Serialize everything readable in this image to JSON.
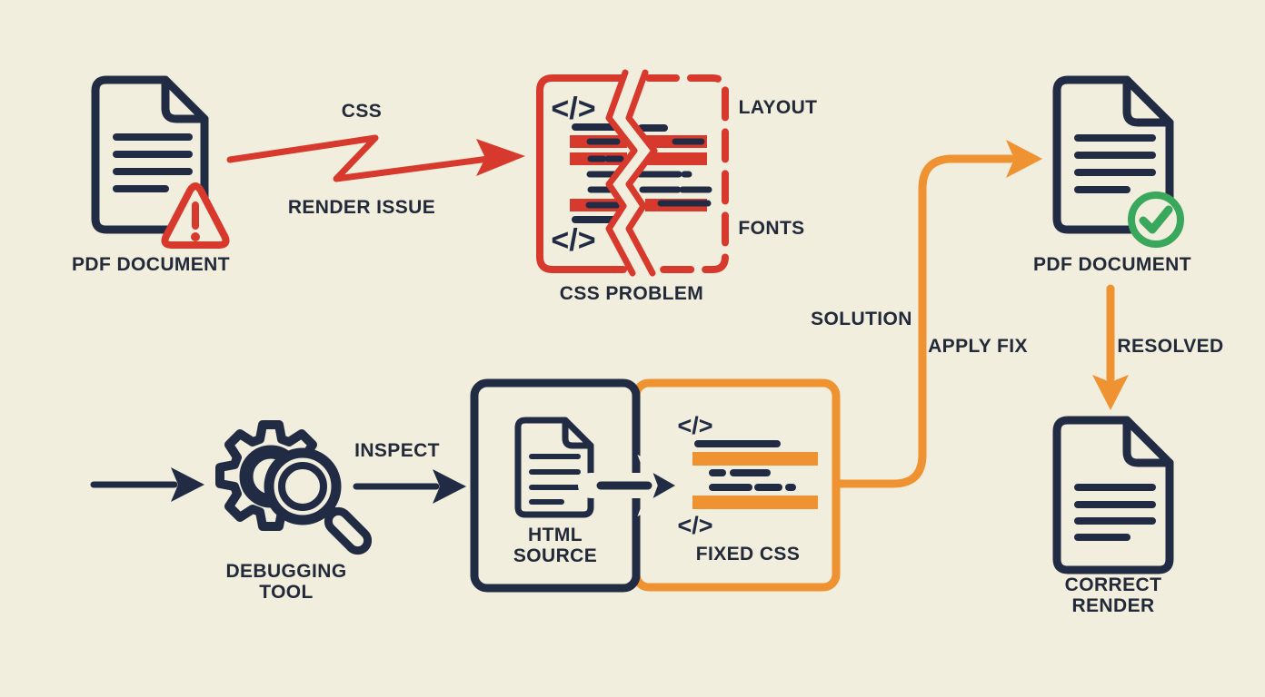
{
  "colors": {
    "background": "#f1eedd",
    "navy": "#212c44",
    "red": "#d8392d",
    "orange": "#ef9231",
    "green": "#3aa85c",
    "text": "#222939",
    "cream": "#f1eedd"
  },
  "nodes": {
    "pdf_document_error": {
      "label": "PDF DOCUMENT",
      "icon": "document-warning-icon"
    },
    "css_problem": {
      "label": "CSS PROBLEM",
      "annotation_top": "LAYOUT",
      "annotation_bottom": "FONTS",
      "code_glyph": "</>",
      "icon": "broken-code-block-icon"
    },
    "debugging_tool": {
      "label_line1": "DEBUGGING",
      "label_line2": "TOOL",
      "icon": "gear-magnifier-icon"
    },
    "html_source": {
      "label_line1": "HTML",
      "label_line2": "SOURCE",
      "icon": "document-icon"
    },
    "fixed_css": {
      "label": "FIXED CSS",
      "code_glyph": "</>",
      "icon": "code-lines-icon"
    },
    "pdf_document_fixed": {
      "label": "PDF DOCUMENT",
      "icon": "document-check-icon"
    },
    "correct_render": {
      "label_line1": "CORRECT",
      "label_line2": "RENDER",
      "icon": "document-icon"
    }
  },
  "edges": {
    "css_render_issue": {
      "label_above": "CSS",
      "label_below": "RENDER ISSUE"
    },
    "inspect": {
      "label": "INSPECT"
    },
    "apply_fix": {
      "label_left": "SOLUTION",
      "label_right": "APPLY FIX"
    },
    "resolved": {
      "label": "RESOLVED"
    }
  }
}
